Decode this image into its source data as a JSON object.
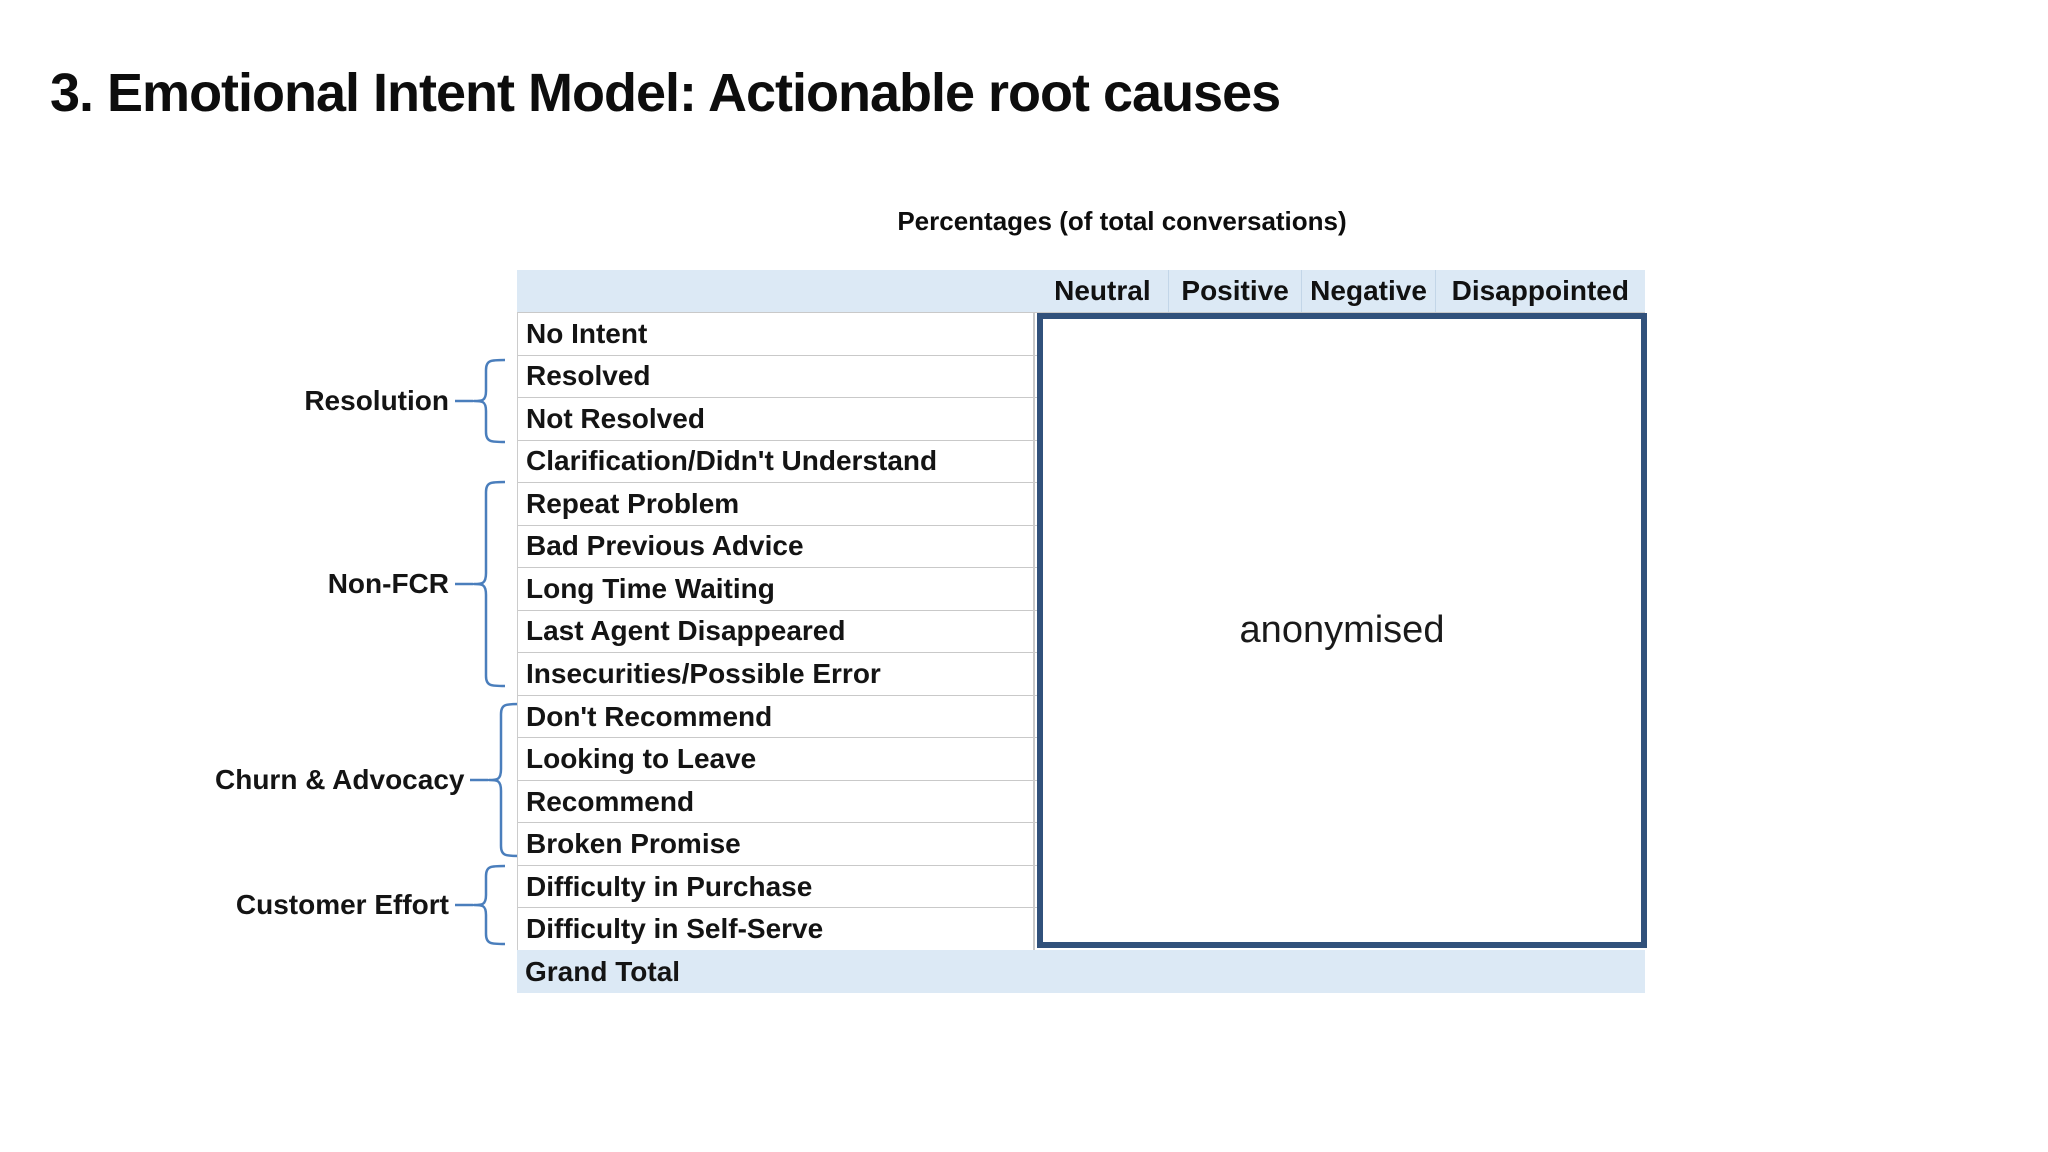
{
  "slide": {
    "title": "3. Emotional Intent Model: Actionable root causes",
    "table_caption": "Percentages (of total conversations)",
    "table": {
      "columns": [
        "Neutral",
        "Positive",
        "Negative",
        "Disappointed"
      ],
      "rows": [
        "No Intent",
        "Resolved",
        "Not Resolved",
        "Clarification/Didn't Understand",
        "Repeat Problem",
        "Bad Previous Advice",
        "Long Time Waiting",
        "Last Agent Disappeared",
        "Insecurities/Possible Error",
        "Don't Recommend",
        "Looking to Leave",
        "Recommend",
        "Broken Promise",
        "Difficulty in Purchase",
        "Difficulty in Self-Serve"
      ],
      "footer": "Grand Total",
      "overlay_text": "anonymised"
    },
    "groups": [
      {
        "label": "Resolution",
        "rows": [
          "Resolved",
          "Not Resolved"
        ]
      },
      {
        "label": "Non-FCR",
        "rows": [
          "Repeat Problem",
          "Bad Previous Advice",
          "Long Time Waiting",
          "Last Agent Disappeared",
          "Insecurities/Possible Error"
        ]
      },
      {
        "label": "Churn & Advocacy",
        "rows": [
          "Don't Recommend",
          "Looking to Leave",
          "Recommend",
          "Broken Promise"
        ]
      },
      {
        "label": "Customer Effort",
        "rows": [
          "Difficulty in Purchase",
          "Difficulty in Self-Serve"
        ]
      }
    ],
    "colors": {
      "header_band": "#dce9f5",
      "overlay_border": "#31517b",
      "brace": "#4a7ebc",
      "grid_line": "#c9c9c9"
    }
  }
}
